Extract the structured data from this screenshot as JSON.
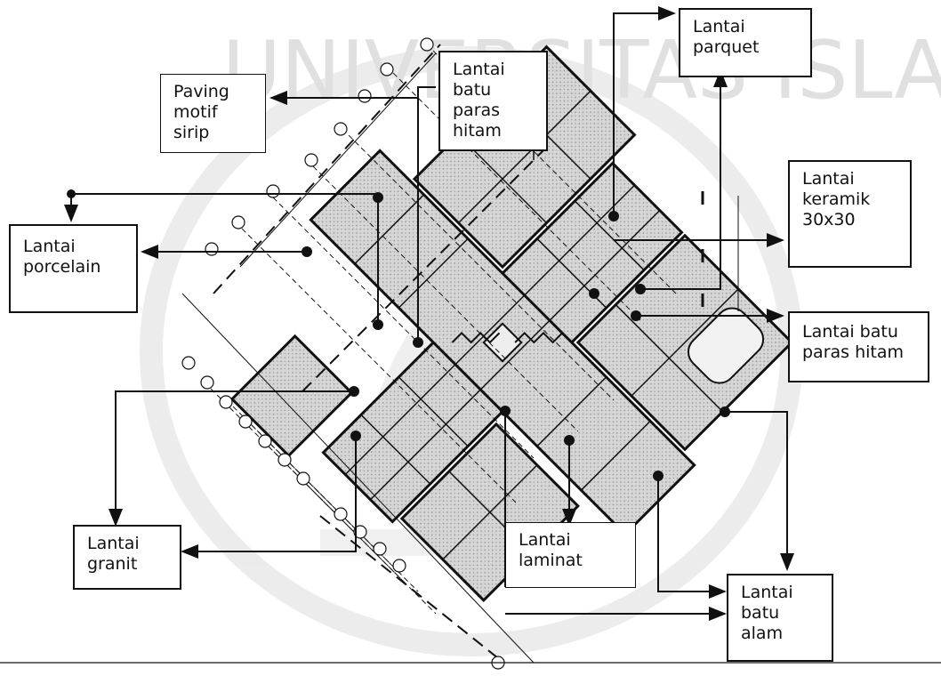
{
  "labels": {
    "parquet": "Lantai\nparquet",
    "batu_paras_top": "Lantai\nbatu\nparas\nhitam",
    "paving": "Paving\nmotif\nsirip",
    "keramik": "Lantai\nkeramik\n30x30",
    "porcelain": "Lantai\nporcelain",
    "batu_paras_right": "Lantai  batu\nparas hitam",
    "granit": "Lantai\ngranit",
    "laminat": "Lantai\nlaminat",
    "batu_alam": "Lantai\nbatu\nalam"
  },
  "watermark": {
    "text": "UNIVERSITAS ISLAM INDONESIA",
    "color": "#d8d8d8"
  },
  "colors": {
    "line": "#111111",
    "plan_fill": "#c9c9c9"
  }
}
